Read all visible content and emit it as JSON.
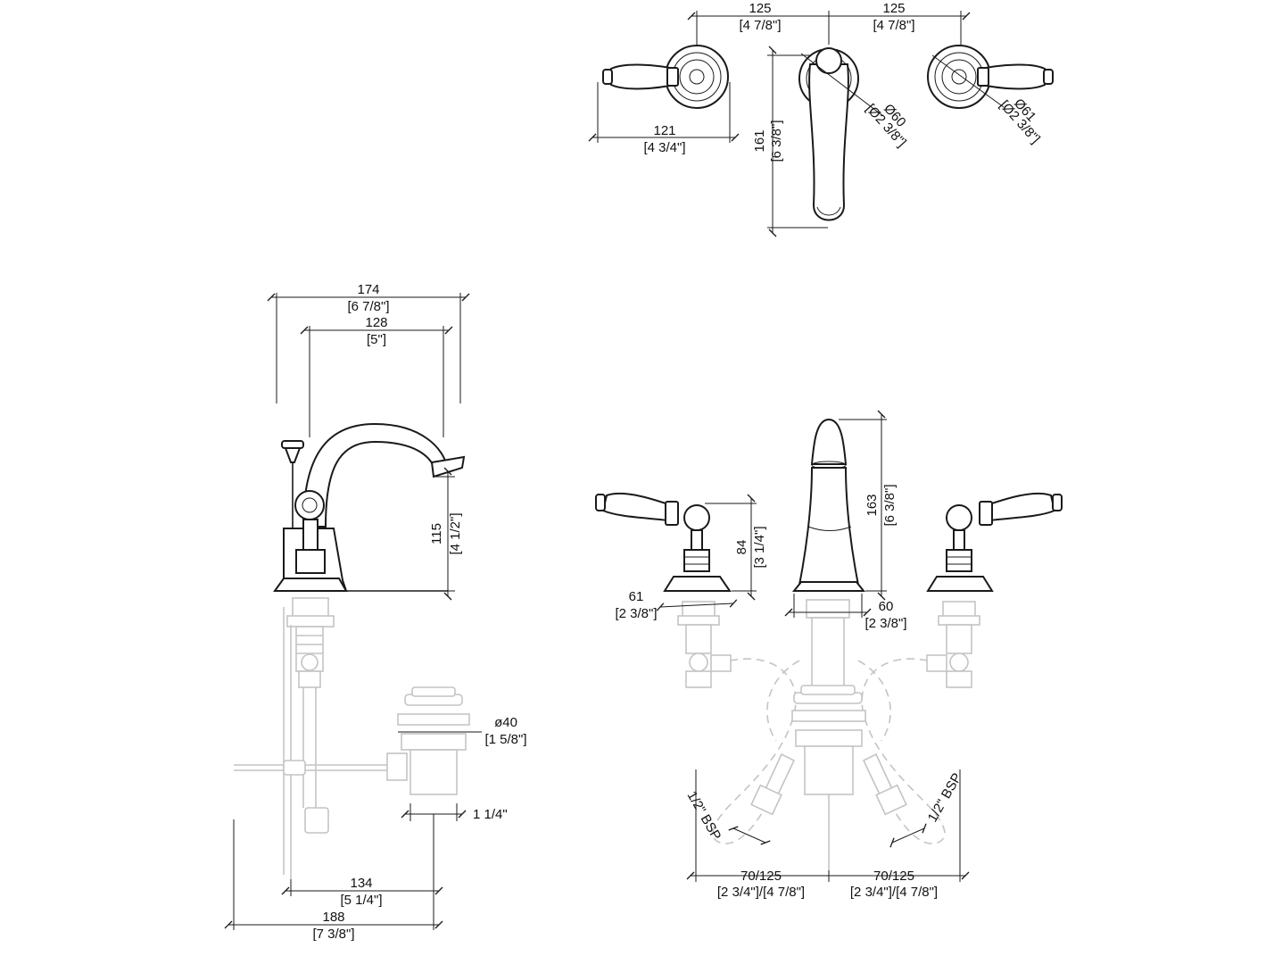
{
  "top_view": {
    "left_spacing": {
      "mm": "125",
      "inch": "[4 7/8\"]"
    },
    "right_spacing": {
      "mm": "125",
      "inch": "[4 7/8\"]"
    },
    "handle_length": {
      "mm": "121",
      "inch": "[4 3/4\"]"
    },
    "spout_length": {
      "mm": "161",
      "inch": "[6 3/8\"]"
    },
    "spout_base_dia": {
      "mm": "Ø60",
      "inch": "[Ø2 3/8\"]"
    },
    "handle_base_dia": {
      "mm": "Ø61",
      "inch": "[Ø2 3/8\"]"
    }
  },
  "side_view": {
    "overall_depth": {
      "mm": "174",
      "inch": "[6 7/8\"]"
    },
    "spout_reach": {
      "mm": "128",
      "inch": "[5\"]"
    },
    "spout_height": {
      "mm": "115",
      "inch": "[4 1/2\"]"
    },
    "drain_dia": {
      "mm": "ø40",
      "inch": "[1 5/8\"]"
    },
    "drain_thread": {
      "inch": "1 1/4\""
    },
    "rod_to_drain": {
      "mm": "134",
      "inch": "[5 1/4\"]"
    },
    "overall_length": {
      "mm": "188",
      "inch": "[7 3/8\"]"
    }
  },
  "front_view": {
    "spout_height": {
      "mm": "163",
      "inch": "[6 3/8\"]"
    },
    "handle_height": {
      "mm": "84",
      "inch": "[3 1/4\"]"
    },
    "handle_base": {
      "mm": "61",
      "inch": "[2 3/8\"]"
    },
    "spout_base": {
      "mm": "60",
      "inch": "[2 3/8\"]"
    },
    "connection_left": "1/2\" BSP",
    "connection_right": "1/2\" BSP",
    "hose_left": {
      "mm": "70/125",
      "inch": "[2 3/4\"]/[4 7/8\"]"
    },
    "hose_right": {
      "mm": "70/125",
      "inch": "[2 3/4\"]/[4 7/8\"]"
    }
  }
}
